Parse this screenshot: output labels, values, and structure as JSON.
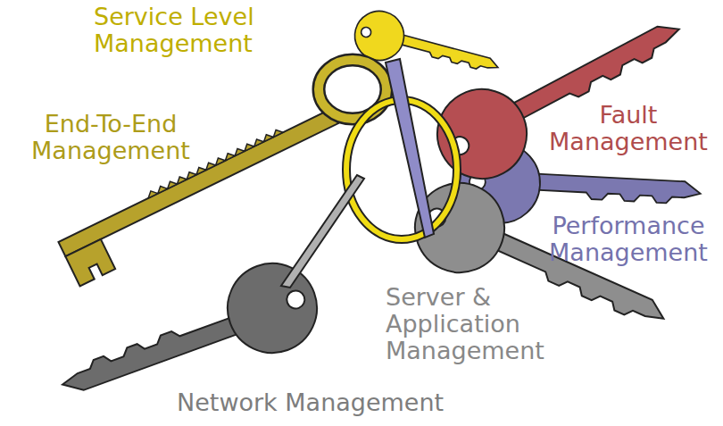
{
  "diagram": {
    "labels": [
      "Service Level Management",
      "End-To-End Management",
      "Fault Management",
      "Performance Management",
      "Server & Application Management",
      "Network Management"
    ]
  }
}
